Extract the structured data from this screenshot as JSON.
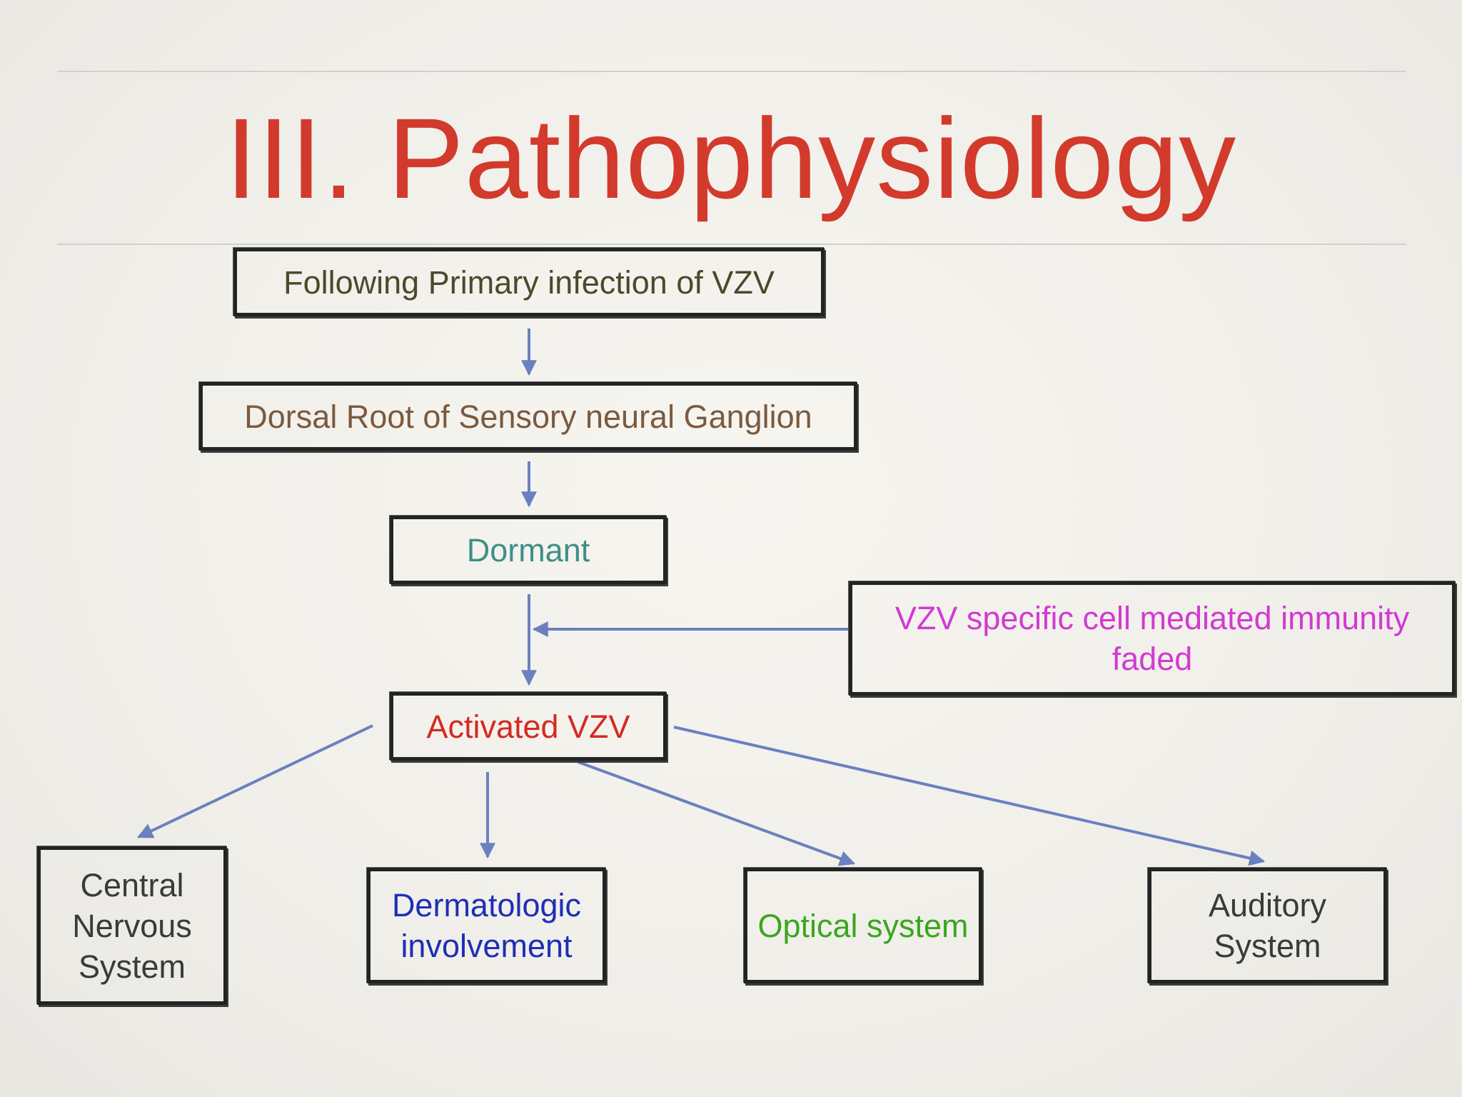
{
  "slide": {
    "title": "III. Pathophysiology"
  },
  "nodes": {
    "primary_infection": {
      "text": "Following Primary infection of VZV",
      "color": "#4a4a2a"
    },
    "dorsal_root": {
      "text": "Dorsal Root of Sensory neural Ganglion",
      "color": "#7a5a3e"
    },
    "dormant": {
      "text": "Dormant",
      "color": "#3d8f88"
    },
    "immunity_faded": {
      "text": "VZV specific cell mediated immunity faded",
      "color": "#d23ad2"
    },
    "activated": {
      "text": "Activated VZV",
      "color": "#d42a22"
    },
    "cns": {
      "text": "Central Nervous System",
      "color": "#3a3a3a"
    },
    "dermatologic": {
      "text": "Dermatologic involvement",
      "color": "#1e2fb5"
    },
    "optical": {
      "text": "Optical system",
      "color": "#3aa61e"
    },
    "auditory": {
      "text": "Auditory System",
      "color": "#3a3a3a"
    }
  },
  "colors": {
    "arrow": "#6a80c0",
    "box_border": "#232323",
    "rule": "#d2d0cb"
  },
  "edges": [
    {
      "from": "primary_infection",
      "to": "dorsal_root"
    },
    {
      "from": "dorsal_root",
      "to": "dormant"
    },
    {
      "from": "dormant",
      "to": "activated"
    },
    {
      "from": "immunity_faded",
      "to": "dormant-activated-link"
    },
    {
      "from": "activated",
      "to": "cns"
    },
    {
      "from": "activated",
      "to": "dermatologic"
    },
    {
      "from": "activated",
      "to": "optical"
    },
    {
      "from": "activated",
      "to": "auditory"
    }
  ]
}
